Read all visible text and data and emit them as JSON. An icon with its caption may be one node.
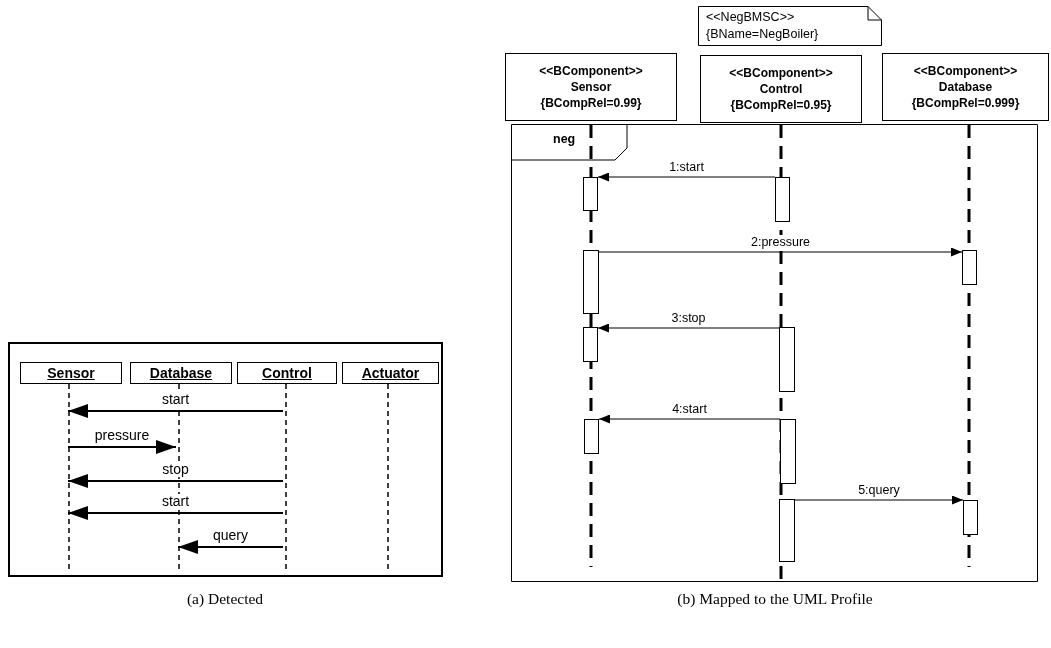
{
  "diagram": {
    "nodes": [
      {
        "text": [],
        "shape": "box"
      },
      {
        "text": [
          "Sensor"
        ],
        "in": 0
      },
      {
        "text": [
          "Database"
        ],
        "in": 0
      },
      {
        "text": [
          "Control"
        ],
        "in": 0
      },
      {
        "text": [
          "Actuator"
        ],
        "in": 0
      },
      {
        "text": [],
        "shape": "line",
        "in": 0
      },
      {
        "text": [],
        "shape": "line",
        "in": 0
      },
      {
        "text": [],
        "shape": "line",
        "in": 0
      },
      {
        "text": [],
        "shape": "line",
        "in": 0
      },
      {
        "text": [
          "<<NegBMSC>>",
          "{BName=NegBoiler}"
        ]
      },
      {
        "text": [
          "<<BComponent>>",
          "Sensor",
          "{BCompRel=0.99}"
        ]
      },
      {
        "text": [
          "<<BComponent>>",
          "Control",
          "{BCompRel=0.95}"
        ]
      },
      {
        "text": [
          "<<BComponent>>",
          "Database",
          "{BCompRel=0.999}"
        ]
      },
      {
        "text": [
          "neg"
        ]
      },
      {
        "text": [],
        "shape": "line",
        "in": 13
      },
      {
        "text": [],
        "shape": "line",
        "in": 13
      },
      {
        "text": [],
        "shape": "line",
        "in": 13
      },
      {
        "text": [],
        "shape": "box",
        "in": 13
      },
      {
        "text": [],
        "shape": "box",
        "in": 13
      },
      {
        "text": [],
        "shape": "box",
        "in": 13
      },
      {
        "text": [],
        "shape": "box",
        "in": 13
      },
      {
        "text": [],
        "shape": "box",
        "in": 13
      },
      {
        "text": [],
        "shape": "box",
        "in": 13
      },
      {
        "text": [],
        "shape": "box",
        "in": 13
      },
      {
        "text": [],
        "shape": "box",
        "in": 13
      },
      {
        "text": [],
        "shape": "box",
        "in": 13
      },
      {
        "text": [],
        "shape": "box",
        "in": 13
      }
    ],
    "edges": [
      {
        "from": 7,
        "to": 5,
        "arrow": "to",
        "label": "start"
      },
      {
        "from": 5,
        "to": 6,
        "arrow": "to",
        "label": "pressure"
      },
      {
        "from": 7,
        "to": 5,
        "arrow": "to",
        "label": "stop"
      },
      {
        "from": 7,
        "to": 5,
        "arrow": "to",
        "label": "start"
      },
      {
        "from": 7,
        "to": 6,
        "arrow": "to",
        "label": "query"
      },
      {
        "from": 21,
        "to": 17,
        "arrow": "to",
        "label": "1:start"
      },
      {
        "from": 18,
        "to": 25,
        "arrow": "to",
        "label": "2:pressure"
      },
      {
        "from": 22,
        "to": 19,
        "arrow": "to",
        "label": "3:stop"
      },
      {
        "from": 23,
        "to": 20,
        "arrow": "to",
        "label": "4:start"
      },
      {
        "from": 24,
        "to": 26,
        "arrow": "to",
        "label": "5:query"
      }
    ],
    "labels": [
      "(a) Detected",
      "(b) Mapped to the UML Profile"
    ]
  }
}
